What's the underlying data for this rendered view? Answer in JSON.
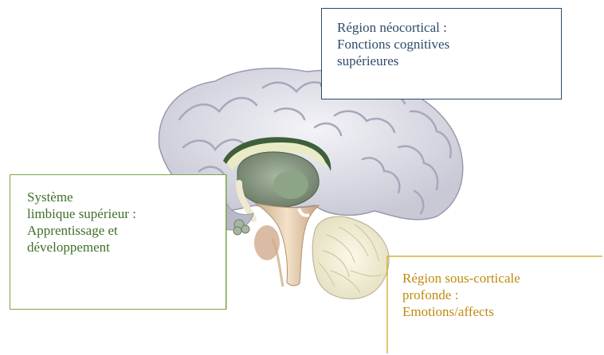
{
  "labels": {
    "neocortical": {
      "lines": [
        "Région néocortical :",
        "Fonctions cognitives",
        "supérieures"
      ],
      "color": "#2e4a6b"
    },
    "limbic": {
      "lines": [
        "Système",
        "limbique supérieur :",
        "Apprentissage et",
        "développement"
      ],
      "color": "#3f6f2a",
      "border_color": "#7aa548"
    },
    "subcortical": {
      "lines": [
        "Région sous-corticale",
        "profonde :",
        "Emotions/affects"
      ],
      "color": "#bf8a10"
    }
  },
  "icons": {
    "brain": "brain-sagittal-icon"
  }
}
